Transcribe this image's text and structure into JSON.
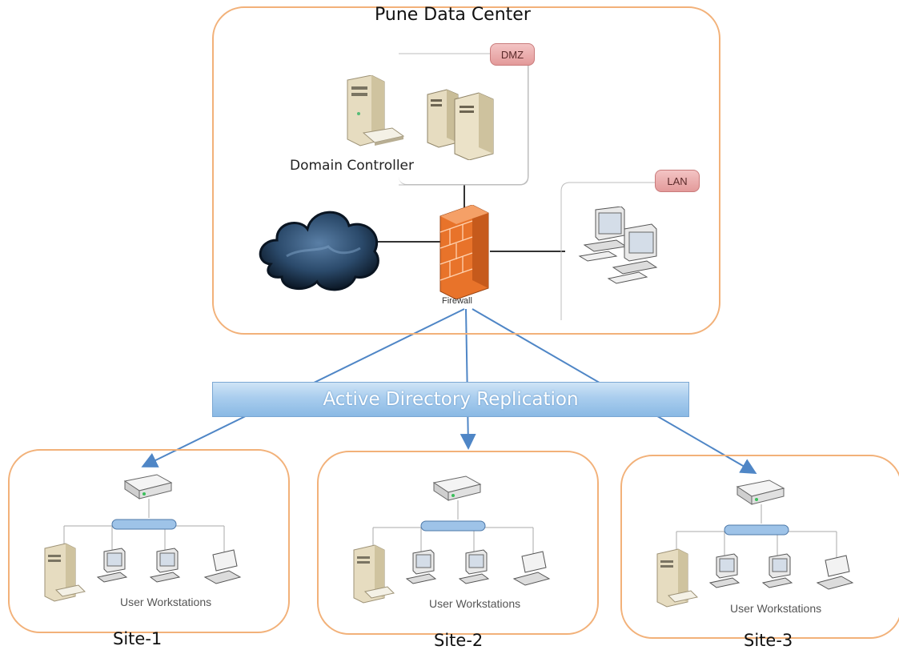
{
  "data_center": {
    "title": "Pune Data Center",
    "dmz_label": "DMZ",
    "lan_label": "LAN",
    "domain_controller_label": "Domain Controller",
    "firewall_label": "Firewall"
  },
  "replication_label": "Active Directory Replication",
  "sites": [
    {
      "name": "Site-1",
      "workstations_label": "User Workstations"
    },
    {
      "name": "Site-2",
      "workstations_label": "User Workstations"
    },
    {
      "name": "Site-3",
      "workstations_label": "User Workstations"
    }
  ],
  "colors": {
    "frame_orange": "#f2b179",
    "connector_blue": "#4f86c6",
    "tag_pink": "#e39a9a",
    "firewall_orange": "#e8732a",
    "cloud_dark": "#1e3550"
  },
  "icons": [
    "server-tower-icon",
    "server-pair-icon",
    "cloud-icon",
    "firewall-icon",
    "workstation-pair-icon",
    "router-icon",
    "hub-icon",
    "laptop-icon"
  ]
}
